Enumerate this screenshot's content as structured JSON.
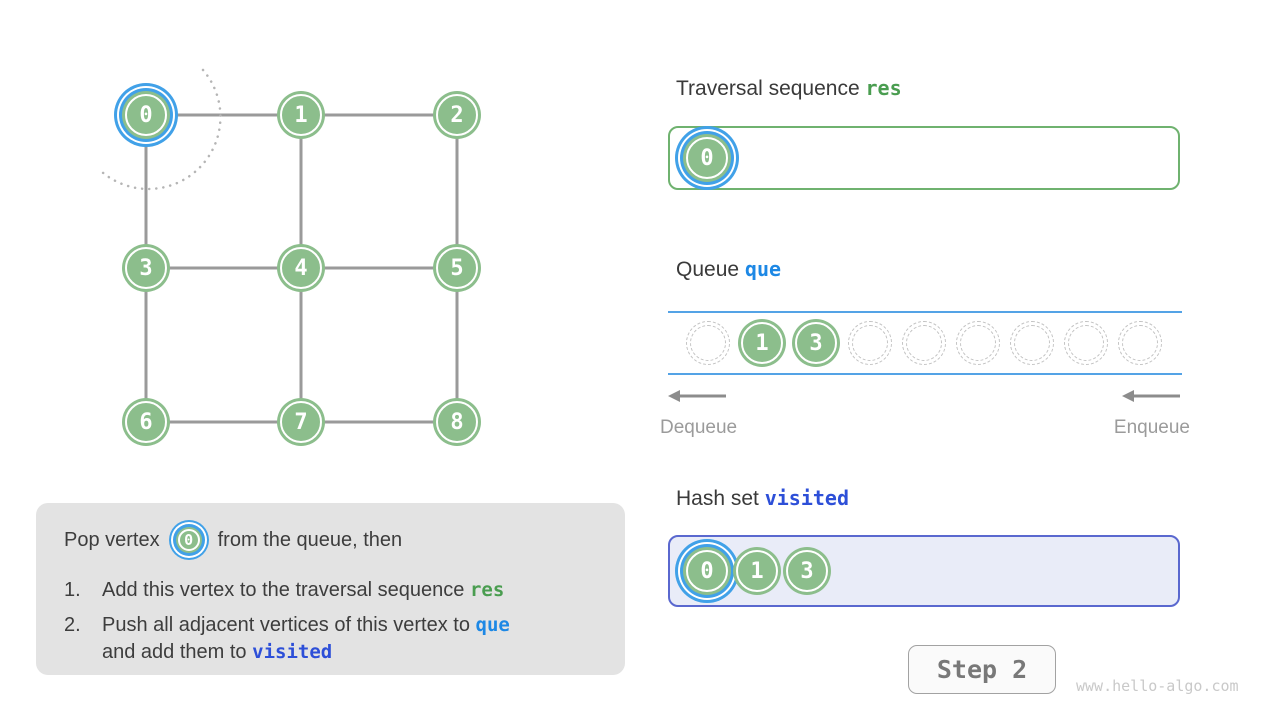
{
  "colors": {
    "green": "#8cbe8c",
    "hlblue": "#41a1e8",
    "resgreen": "#4a9d50",
    "queblue": "#1d88e5",
    "visitedblue": "#2d4fd8",
    "edgegray": "#9a9a9a",
    "resborder": "#6fb26f",
    "queueline": "#54a3e6",
    "hashborder": "#5a68cf",
    "hashbg": "#e9ecf8",
    "boxgray": "#e3e3e3"
  },
  "graph": {
    "nodes": [
      {
        "label": "0",
        "highlighted": true
      },
      {
        "label": "1"
      },
      {
        "label": "2"
      },
      {
        "label": "3"
      },
      {
        "label": "4"
      },
      {
        "label": "5"
      },
      {
        "label": "6"
      },
      {
        "label": "7"
      },
      {
        "label": "8"
      }
    ]
  },
  "panels": {
    "traversal": {
      "title": "Traversal sequence",
      "code": "res",
      "items": [
        {
          "label": "0",
          "highlighted": true
        }
      ]
    },
    "queue": {
      "title": "Queue",
      "code": "que",
      "slots": [
        {
          "empty": true
        },
        {
          "label": "1"
        },
        {
          "label": "3"
        },
        {
          "empty": true
        },
        {
          "empty": true
        },
        {
          "empty": true
        },
        {
          "empty": true
        },
        {
          "empty": true
        },
        {
          "empty": true
        }
      ],
      "dequeue_label": "Dequeue",
      "enqueue_label": "Enqueue"
    },
    "hash_set": {
      "title": "Hash set",
      "code": "visited",
      "items": [
        {
          "label": "0",
          "highlighted": true
        },
        {
          "label": "1"
        },
        {
          "label": "3"
        }
      ]
    }
  },
  "explanation": {
    "intro_prefix": "Pop vertex",
    "intro_node": "0",
    "intro_suffix": "from the queue, then",
    "steps": [
      {
        "num": "1.",
        "text": "Add this vertex to the traversal sequence",
        "code": "res"
      },
      {
        "num": "2.",
        "text": "Push all adjacent vertices of this vertex to",
        "code": "que",
        "text2": "and add them to",
        "code2": "visited"
      }
    ]
  },
  "footer": {
    "step_button": "Step 2",
    "watermark": "www.hello-algo.com"
  }
}
